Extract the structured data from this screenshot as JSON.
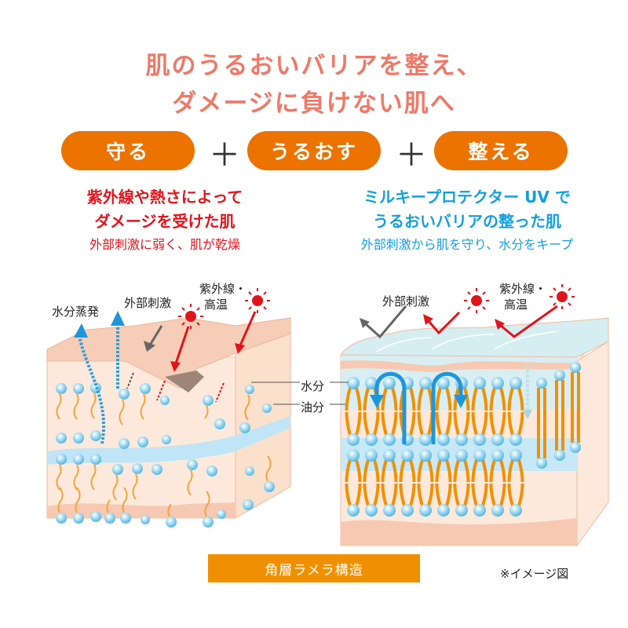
{
  "headline": {
    "line1": "肌のうるおいバリアを整え、",
    "line2": "ダメージに負けない肌へ"
  },
  "pills": [
    {
      "label": "守る"
    },
    {
      "label": "うるおす"
    },
    {
      "label": "整える"
    }
  ],
  "plus_symbol": "＋",
  "left_caption": {
    "line1": "紫外線や熱さによって",
    "line2": "ダメージを受けた肌",
    "sub": "外部刺激に弱く、肌が乾燥"
  },
  "right_caption": {
    "line1": "ミルキープロテクター UV で",
    "line2": "うるおいバリアの整った肌",
    "sub": "外部刺激から肌を守り、水分をキープ"
  },
  "left_diagram_labels": {
    "evaporation": "水分蒸発",
    "external_stimulus": "外部刺激",
    "uv_line1": "紫外線・",
    "uv_line2": "高温"
  },
  "right_diagram_labels": {
    "external_stimulus": "外部刺激",
    "uv_line1": "紫外線・",
    "uv_line2": "高温"
  },
  "center_labels": {
    "water": "水分",
    "oil": "油分"
  },
  "footer": {
    "structure_label": "角層ラメラ構造",
    "note": "※イメージ図"
  },
  "colors": {
    "headline": "#ee7a68",
    "pill": "#ec7300",
    "damage_red": "#e2141b",
    "protect_blue": "#139fe0",
    "lipid_orange": "#f09000",
    "water_blue": "#9fd8f2",
    "skin": "#fbe3d3"
  }
}
